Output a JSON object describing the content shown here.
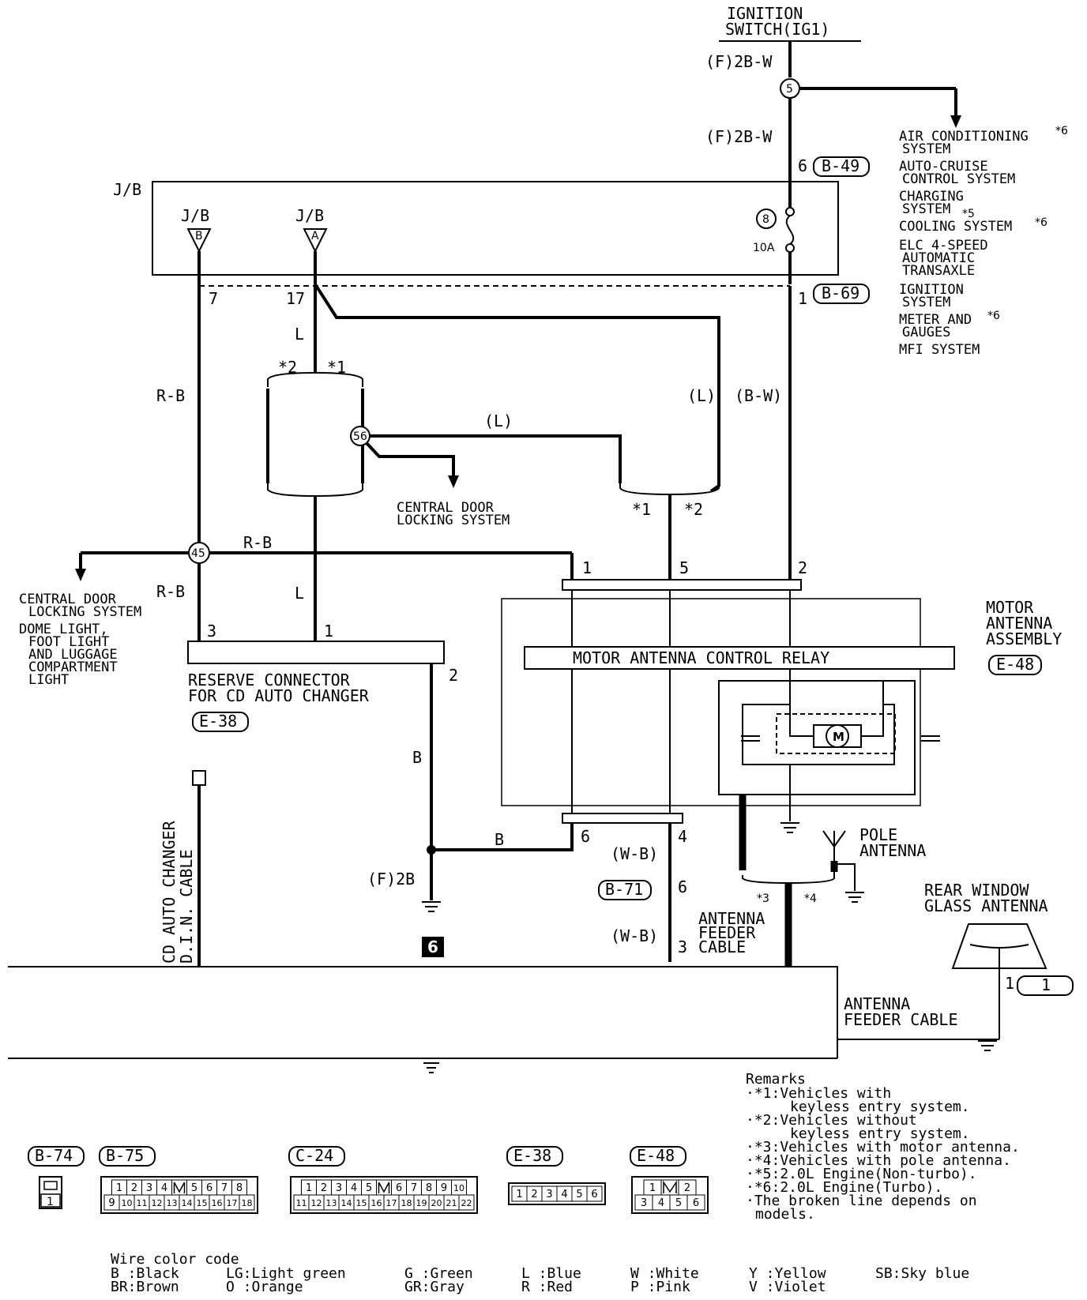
{
  "ignition": {
    "line1": "IGNITION",
    "line2": "SWITCH(IG1)"
  },
  "wires": {
    "f_2bw_top": "(F)2B-W",
    "f_2bw_mid": "(F)2B-W",
    "rb_left": "R-B",
    "rb_mid": "R-B",
    "rb_low": "R-B",
    "l_top": "L",
    "l_low": "L",
    "l_paren_mid": "(L)",
    "l_paren_right": "(L)",
    "bw_paren": "(B-W)",
    "b_vert": "B",
    "b_horiz": "B",
    "f_2b": "(F)2B",
    "wb_upper": "(W-B)",
    "wb_lower": "(W-B)"
  },
  "pins": {
    "p6_b49": "6",
    "p1_b69": "1",
    "p7": "7",
    "p17": "17",
    "relay_1": "1",
    "relay_5": "5",
    "relay_2": "2",
    "res_3": "3",
    "res_1": "1",
    "res_2": "2",
    "out_6": "6",
    "out_4": "4",
    "b71_6": "6",
    "b71_3": "3",
    "rear_1": "1"
  },
  "splices": {
    "s5": "5",
    "s8": "8",
    "s56": "56",
    "s45": "45"
  },
  "fuse": "10A",
  "ground_point": "6",
  "connectors": {
    "b49": "B-49",
    "b69": "B-69",
    "b71": "B-71",
    "e48": "E-48",
    "e38": "E-38",
    "rear_conn": "1"
  },
  "jb": {
    "label": "J/B",
    "jb_b": "J/B",
    "jb_b_letter": "B",
    "jb_a": "J/B",
    "jb_a_letter": "A"
  },
  "options": {
    "s2a": "*2",
    "s1a": "*1",
    "s1b": "*1",
    "s2b": "*2",
    "s3": "*3",
    "s4": "*4"
  },
  "destinations": {
    "right": [
      "AIR CONDITIONING",
      "SYSTEM",
      "AUTO-CRUISE",
      "CONTROL SYSTEM",
      "CHARGING",
      "SYSTEM",
      "COOLING SYSTEM",
      "ELC 4-SPEED",
      "AUTOMATIC",
      "TRANSAXLE",
      "IGNITION",
      "SYSTEM",
      "METER AND",
      "GAUGES",
      "MFI SYSTEM"
    ],
    "right_marks": {
      "ac": "*6",
      "charging": "*5",
      "cooling": "*6",
      "meter": "*6"
    },
    "central_mid": [
      "CENTRAL DOOR",
      "LOCKING SYSTEM"
    ],
    "left": [
      "CENTRAL DOOR",
      "LOCKING SYSTEM",
      "DOME LIGHT,",
      "FOOT LIGHT",
      "AND LUGGAGE",
      "COMPARTMENT",
      "LIGHT"
    ]
  },
  "components": {
    "motor_antenna_assembly": [
      "MOTOR",
      "ANTENNA",
      "ASSEMBLY"
    ],
    "relay": "MOTOR ANTENNA CONTROL RELAY",
    "motor": "M",
    "reserve_connector": [
      "RESERVE CONNECTOR",
      "FOR CD AUTO CHANGER"
    ],
    "pole_antenna": [
      "POLE",
      "ANTENNA"
    ],
    "rear_window": [
      "REAR WINDOW",
      "GLASS ANTENNA"
    ],
    "antenna_feeder_a": [
      "ANTENNA",
      "FEEDER",
      "CABLE"
    ],
    "antenna_feeder_b": [
      "ANTENNA",
      "FEEDER CABLE"
    ],
    "cd_cable": [
      "CD AUTO CHANGER",
      "D.I.N. CABLE"
    ]
  },
  "remarks": {
    "title": "Remarks",
    "lines": [
      "·*1:Vehicles with",
      "keyless entry system.",
      "·*2:Vehicles without",
      "keyless entry system.",
      "·*3:Vehicles with motor antenna.",
      "·*4:Vehicles with pole antenna.",
      "·*5:2.0L Engine(Non-turbo).",
      "·*6:2.0L Engine(Turbo).",
      "·The broken line depends on",
      "models."
    ]
  },
  "connector_views": {
    "b74": {
      "label": "B-74",
      "pins": [
        "1"
      ]
    },
    "b75": {
      "label": "B-75",
      "row1": [
        "1",
        "2",
        "3",
        "4",
        "",
        "5",
        "6",
        "7",
        "8"
      ],
      "row2": [
        "9",
        "10",
        "11",
        "12",
        "13",
        "14",
        "15",
        "16",
        "17",
        "18"
      ]
    },
    "c24": {
      "label": "C-24",
      "row1": [
        "1",
        "2",
        "3",
        "4",
        "5",
        "",
        "6",
        "7",
        "8",
        "9",
        "10"
      ],
      "row2": [
        "11",
        "12",
        "13",
        "14",
        "15",
        "16",
        "17",
        "18",
        "19",
        "20",
        "21",
        "22"
      ]
    },
    "e38": {
      "label": "E-38",
      "row1": [
        "1",
        "2",
        "3",
        "4",
        "5",
        "6"
      ]
    },
    "e48": {
      "label": "E-48",
      "row1": [
        "1",
        "",
        "2"
      ],
      "row2": [
        "3",
        "4",
        "5",
        "6"
      ]
    }
  },
  "wire_color_code": {
    "title": "Wire color code",
    "entries": [
      "B :Black",
      "BR:Brown",
      "LG:Light green",
      "O :Orange",
      "G :Green",
      "GR:Gray",
      "L :Blue",
      "R :Red",
      "W :White",
      "P :Pink",
      "Y :Yellow",
      "V :Violet",
      "SB:Sky blue"
    ]
  }
}
